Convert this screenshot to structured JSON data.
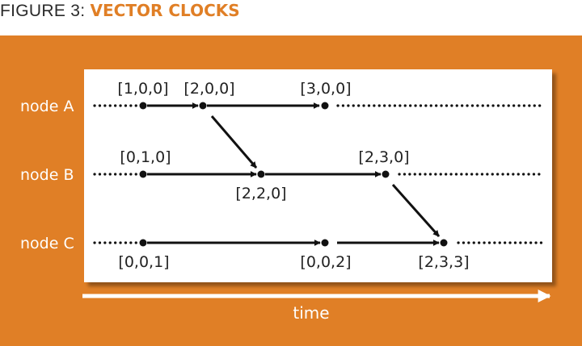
{
  "title": {
    "prefix": "FIGURE 3: ",
    "name": "VECTOR CLOCKS"
  },
  "nodes": [
    {
      "label": "node A"
    },
    {
      "label": "node B"
    },
    {
      "label": "node C"
    }
  ],
  "events": [
    {
      "node": "A",
      "clock": "[1,0,0]"
    },
    {
      "node": "A",
      "clock": "[2,0,0]"
    },
    {
      "node": "A",
      "clock": "[3,0,0]"
    },
    {
      "node": "B",
      "clock": "[0,1,0]"
    },
    {
      "node": "B",
      "clock": "[2,2,0]"
    },
    {
      "node": "B",
      "clock": "[2,3,0]"
    },
    {
      "node": "C",
      "clock": "[0,0,1]"
    },
    {
      "node": "C",
      "clock": "[0,0,2]"
    },
    {
      "node": "C",
      "clock": "[2,3,3]"
    }
  ],
  "messages": [
    {
      "from": "[2,0,0]",
      "to": "[2,2,0]"
    },
    {
      "from": "[2,3,0]",
      "to": "[2,3,3]"
    }
  ],
  "axis_label": "time",
  "colors": {
    "accent": "#e07f26",
    "text": "#222222",
    "panel": "#ffffff"
  }
}
